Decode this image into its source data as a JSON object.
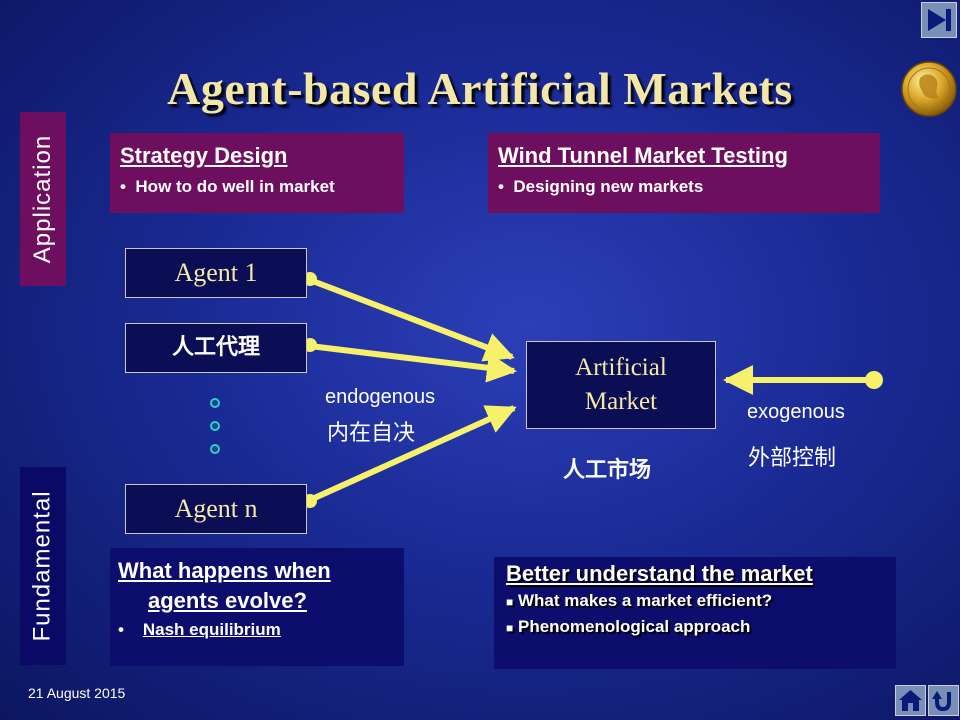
{
  "title": "Agent-based Artificial Markets",
  "side_labels": {
    "application": "Application",
    "fundamental": "Fundamental"
  },
  "boxes": {
    "strategy": {
      "heading": "Strategy Design",
      "bullet": "How to do well in market"
    },
    "wind_tunnel": {
      "heading": "Wind Tunnel Market Testing",
      "bullet": "Designing new markets"
    },
    "evolve": {
      "heading_line1": "What happens when",
      "heading_line2": "agents evolve?",
      "bullet": "Nash equilibrium"
    },
    "understand": {
      "heading": "Better understand the market",
      "bullet1": "What makes a market efficient?",
      "bullet2": "Phenomenological approach"
    }
  },
  "agents": {
    "agent1": "Agent  1",
    "agent_cn": "人工代理",
    "agent_n": "Agent  n"
  },
  "market": {
    "line1": "Artificial",
    "line2": "Market",
    "cn": "人工市场"
  },
  "labels": {
    "endogenous": "endogenous",
    "endogenous_cn": "内在自决",
    "exogenous": "exogenous",
    "exogenous_cn": "外部控制"
  },
  "footer": {
    "date": "21 August 2015"
  },
  "icons": {
    "nav_end": "skip-to-end-icon",
    "home": "home-icon",
    "back": "return-icon",
    "medal": "nobel-medal-icon"
  },
  "colors": {
    "accent_purple": "#6d0f5e",
    "arrow_yellow": "#f6f06a",
    "title_gold": "#f2e6a8"
  }
}
